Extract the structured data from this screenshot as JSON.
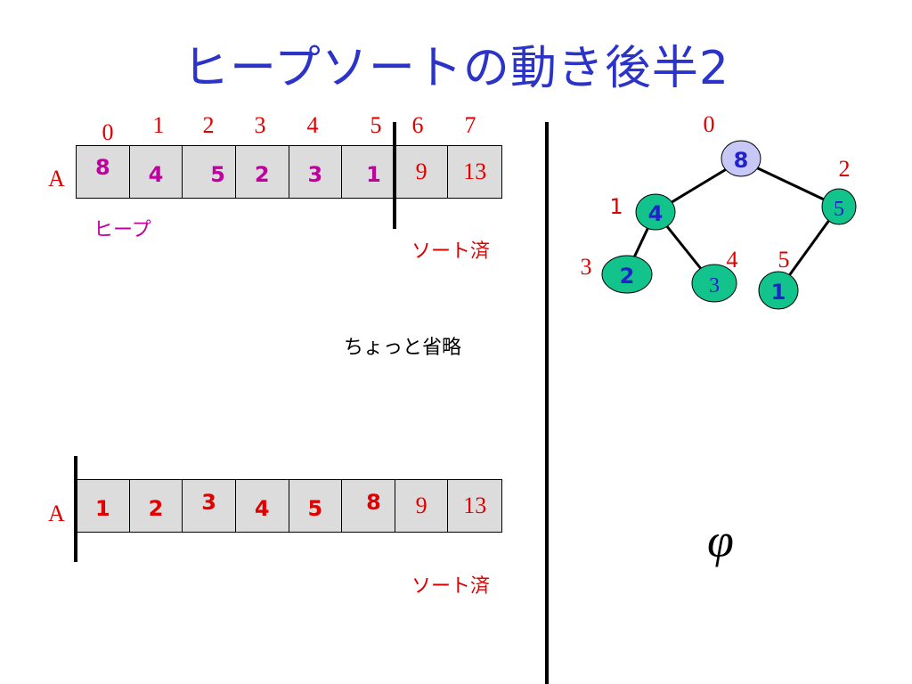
{
  "title": "ヒープソートの動き後半2",
  "top_array": {
    "label": "A",
    "indices": [
      "0",
      "1",
      "2",
      "3",
      "4",
      "5",
      "6",
      "7"
    ],
    "cells": [
      "8",
      "4",
      "5",
      "2",
      "3",
      "1",
      "9",
      "13"
    ]
  },
  "heap_label": "ヒープ",
  "sorted_label_top": "ソート済",
  "omitted_label": "ちょっと省略",
  "bottom_array": {
    "label": "A",
    "cells": [
      "1",
      "2",
      "3",
      "4",
      "5",
      "8",
      "9",
      "13"
    ]
  },
  "sorted_label_bottom": "ソート済",
  "tree": {
    "nodes": [
      {
        "value": "8",
        "index": "0"
      },
      {
        "value": "4",
        "index": "1"
      },
      {
        "value": "5",
        "index": "2"
      },
      {
        "value": "2",
        "index": "3"
      },
      {
        "value": "3",
        "index": "4"
      },
      {
        "value": "1",
        "index": "5"
      }
    ],
    "colors": {
      "root": "#c8c8f8",
      "node": "#12c48c",
      "text_blue": "#2222cc"
    }
  },
  "empty_symbol": "φ"
}
